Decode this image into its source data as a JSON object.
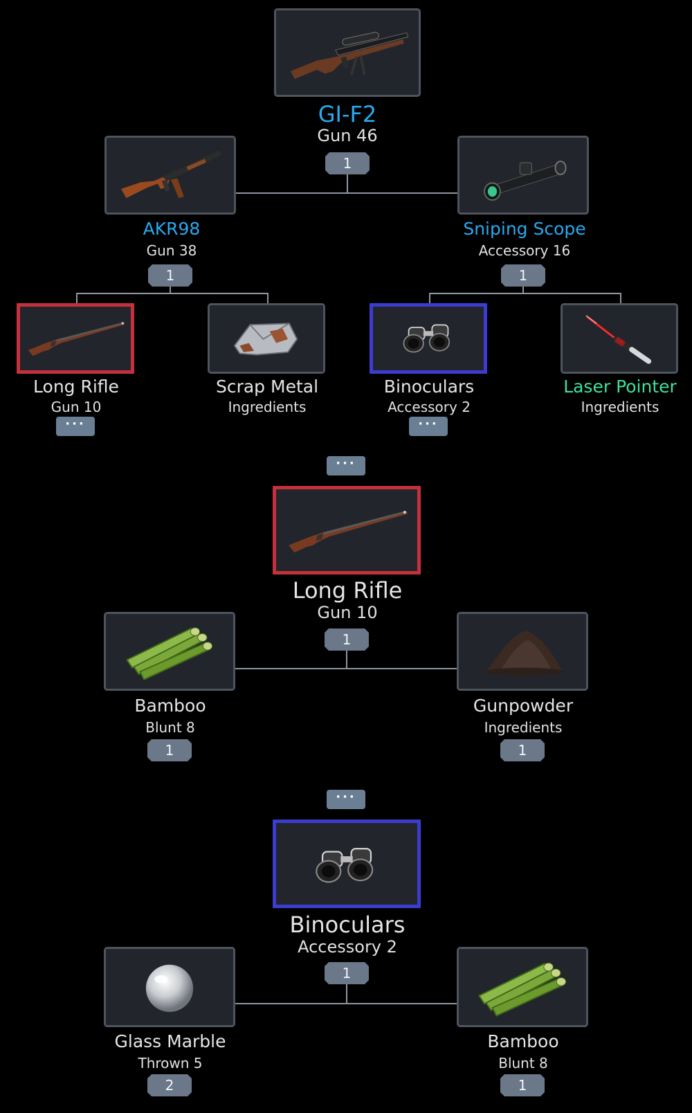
{
  "tree1": {
    "root": {
      "name": "GI-F2",
      "sub": "Gun 46",
      "qty": "1",
      "icon": "sniper-rifle-icon"
    },
    "left": {
      "name": "AKR98",
      "sub": "Gun 38",
      "qty": "1",
      "icon": "assault-rifle-icon"
    },
    "right": {
      "name": "Sniping Scope",
      "sub": "Accessory 16",
      "qty": "1",
      "icon": "scope-icon"
    },
    "leaves": [
      {
        "name": "Long Rifle",
        "sub": "Gun 10",
        "more": "···",
        "icon": "long-rifle-icon"
      },
      {
        "name": "Scrap Metal",
        "sub": "Ingredients",
        "icon": "scrap-metal-icon"
      },
      {
        "name": "Binoculars",
        "sub": "Accessory 2",
        "more": "···",
        "icon": "binoculars-icon"
      },
      {
        "name": "Laser Pointer",
        "sub": "Ingredients",
        "icon": "laser-pointer-icon"
      }
    ]
  },
  "sep1": "···",
  "tree2": {
    "root": {
      "name": "Long Rifle",
      "sub": "Gun 10",
      "qty": "1",
      "icon": "long-rifle-icon"
    },
    "left": {
      "name": "Bamboo",
      "sub": "Blunt 8",
      "qty": "1",
      "icon": "bamboo-icon"
    },
    "right": {
      "name": "Gunpowder",
      "sub": "Ingredients",
      "qty": "1",
      "icon": "gunpowder-icon"
    }
  },
  "sep2": "···",
  "tree3": {
    "root": {
      "name": "Binoculars",
      "sub": "Accessory 2",
      "qty": "1",
      "icon": "binoculars-icon"
    },
    "left": {
      "name": "Glass Marble",
      "sub": "Thrown 5",
      "qty": "2",
      "icon": "glass-marble-icon"
    },
    "right": {
      "name": "Bamboo",
      "sub": "Blunt 8",
      "qty": "1",
      "icon": "bamboo-icon"
    }
  },
  "colors": {
    "common": "#e6e6e6",
    "uncommon": "#3ee29a",
    "rare": "#29aaf0",
    "red_frame": "#c6303c",
    "blue_frame": "#3c3cd0",
    "badge": "#6a7889"
  }
}
